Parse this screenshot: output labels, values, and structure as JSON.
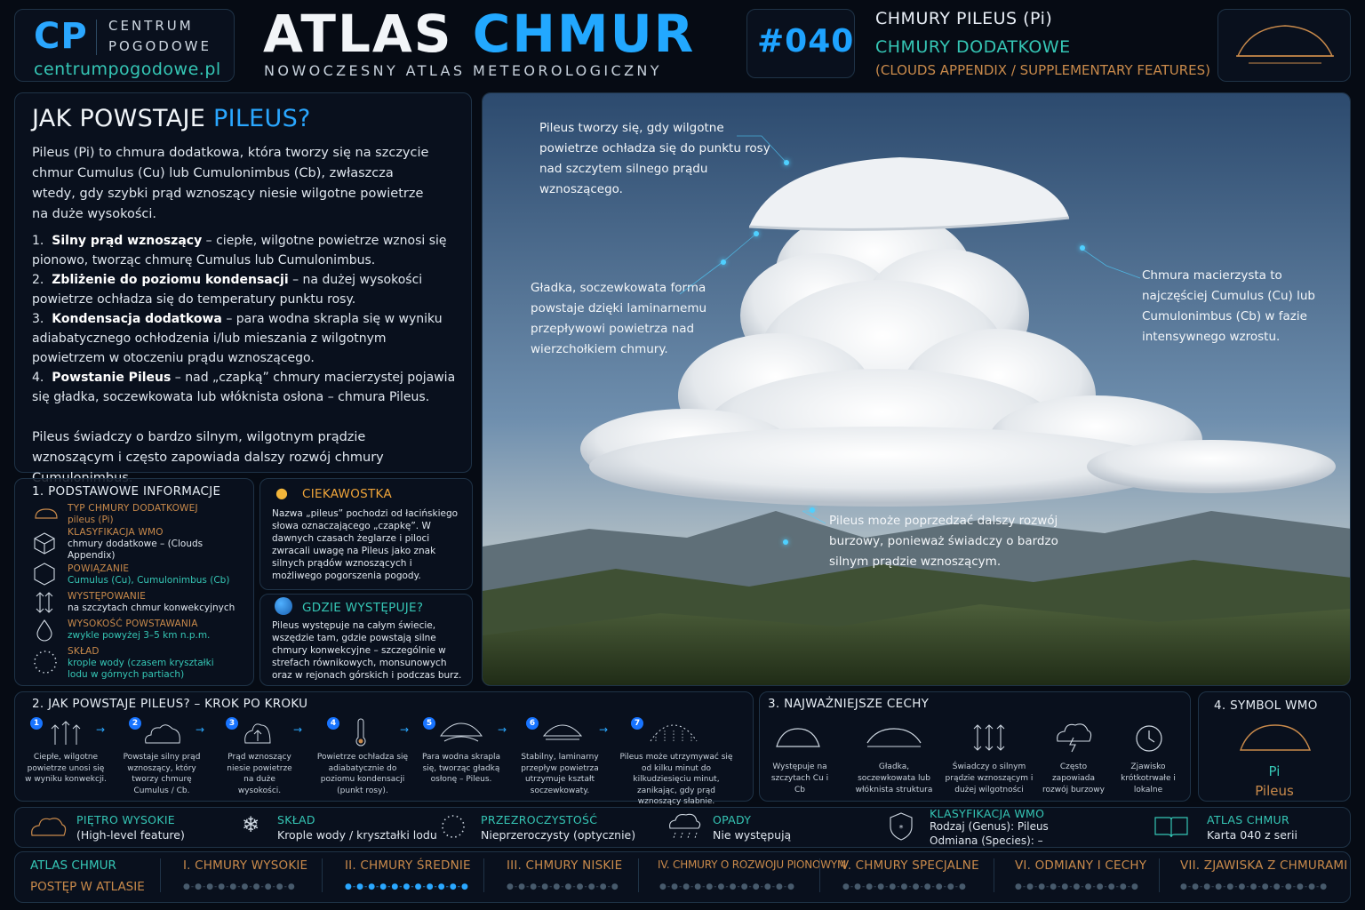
{
  "header": {
    "logo_cp": "CP",
    "logo_line1": "CENTRUM",
    "logo_line2": "POGODOWE",
    "logo_url": "centrumpogodowe.pl",
    "title_a": "ATLAS ",
    "title_b": "CHMUR",
    "subtitle": "NOWOCZESNY ATLAS METEOROLOGICZNY",
    "number": "#040",
    "cloud_name": "CHMURY PILEUS (Pi)",
    "cloud_category": "CHMURY DODATKOWE",
    "cloud_category_en": "(CLOUDS APPENDIX / SUPPLEMENTARY FEATURES)"
  },
  "main": {
    "heading_a": "JAK POWSTAJE ",
    "heading_b": "PILEUS?",
    "intro": "Pileus (Pi) to chmura dodatkowa, która tworzy się na szczycie chmur Cumulus (Cu) lub Cumulonimbus (Cb), zwłaszcza wtedy, gdy szybki prąd wznoszący niesie wilgotne powietrze na duże wysokości.",
    "steps": [
      {
        "n": "1.",
        "title": "Silny prąd wznoszący",
        "text": " – ciepłe, wilgotne powietrze wznosi się pionowo, tworząc chmurę Cumulus lub Cumulonimbus."
      },
      {
        "n": "2.",
        "title": "Zbliżenie do poziomu kondensacji",
        "text": " – na dużej wysokości powietrze ochładza się do temperatury punktu rosy."
      },
      {
        "n": "3.",
        "title": "Kondensacja dodatkowa",
        "text": " – para wodna skrapla się w wyniku adiabatycznego ochłodzenia i/lub mieszania z wilgotnym powietrzem w otoczeniu prądu wznoszącego."
      },
      {
        "n": "4.",
        "title": "Powstanie Pileus",
        "text": " – nad „czapką” chmury macierzystej pojawia się gładka, soczewkowata lub włóknista osłona – chmura Pileus."
      }
    ],
    "outro": "Pileus świadczy o bardzo silnym, wilgotnym prądzie wznoszącym i często zapowiada dalszy rozwój chmury Cumulonimbus."
  },
  "photo": {
    "cap1": "Pileus tworzy się, gdy wilgotne powietrze ochładza się do punktu rosy nad szczytem silnego prądu wznoszącego.",
    "cap2": "Gładka, soczewkowata forma powstaje dzięki laminarnemu przepływowi powietrza nad wierzchołkiem chmury.",
    "cap3": "Chmura macierzysta to najczęściej Cumulus (Cu) lub Cumulonimbus (Cb) w fazie intensywnego wzrostu.",
    "cap4": "Pileus może poprzedzać dalszy rozwój burzowy, ponieważ świadczy o bardzo silnym prądzie wznoszącym."
  },
  "info": {
    "heading": "1. PODSTAWOWE INFORMACJE",
    "items": [
      {
        "label": "TYP CHMURY DODATKOWEJ",
        "value": "pileus (Pi)",
        "icon": "cloud-icon"
      },
      {
        "label": "KLASYFIKACJA WMO",
        "value": "chmury dodatkowe – (Clouds Appendix)",
        "icon": "cube-icon"
      },
      {
        "label": "POWIĄZANIE",
        "value": "Cumulus (Cu), Cumulonimbus (Cb)",
        "icon": "hexagon-icon"
      },
      {
        "label": "WYSTĘPOWANIE",
        "value": "na szczytach chmur konwekcyjnych",
        "icon": "vertical-arrows-icon"
      },
      {
        "label": "WYSOKOŚĆ POWSTAWANIA",
        "value": "zwykle powyżej 3–5 km n.p.m.",
        "icon": "droplet-icon"
      },
      {
        "label": "SKŁAD",
        "value": "krople wody (czasem kryształki lodu w górnych partiach)",
        "icon": "dotted-circle-icon"
      }
    ]
  },
  "fact": {
    "heading": "CIEKAWOSTKA",
    "text": "Nazwa „pileus” pochodzi od łacińskiego słowa oznaczającego „czapkę”. W dawnych czasach żeglarze i piloci zwracali uwagę na Pileus jako znak silnych prądów wznoszących i możliwego pogorszenia pogody."
  },
  "where": {
    "heading": "GDZIE WYSTĘPUJE?",
    "text": "Pileus występuje na całym świecie, wszędzie tam, gdzie powstają silne chmury konwekcyjne – szczególnie w strefach równikowych, monsunowych oraz w rejonach górskich i podczas burz."
  },
  "steps_panel": {
    "heading": "2. JAK POWSTAJE PILEUS? – KROK PO KROKU",
    "steps": [
      {
        "n": "1",
        "text": "Ciepłe, wilgotne powietrze unosi się w wyniku konwekcji."
      },
      {
        "n": "2",
        "text": "Powstaje silny prąd wznoszący, który tworzy chmurę Cumulus / Cb."
      },
      {
        "n": "3",
        "text": "Prąd wznoszący niesie powietrze na duże wysokości."
      },
      {
        "n": "4",
        "text": "Powietrze ochładza się adiabatycznie do poziomu kondensacji (punkt rosy)."
      },
      {
        "n": "5",
        "text": "Para wodna skrapla się, tworząc gładką osłonę – Pileus."
      },
      {
        "n": "6",
        "text": "Stabilny, laminarny przepływ powietrza utrzymuje kształt soczewkowaty."
      },
      {
        "n": "7",
        "text": "Pileus może utrzymywać się od kilku minut do kilkudziesięciu minut, zanikając, gdy prąd wznoszący słabnie."
      }
    ]
  },
  "features": {
    "heading": "3. NAJWAŻNIEJSZE CECHY",
    "items": [
      {
        "text": "Występuje na szczytach Cu i Cb"
      },
      {
        "text": "Gładka, soczewkowata lub włóknista struktura"
      },
      {
        "text": "Świadczy o silnym prądzie wznoszącym i dużej wilgotności"
      },
      {
        "text": "Często zapowiada rozwój burzowy"
      },
      {
        "text": "Zjawisko krótkotrwałe i lokalne"
      }
    ]
  },
  "wmo": {
    "heading": "4. SYMBOL WMO",
    "code": "Pi",
    "name": "Pileus"
  },
  "bottom": {
    "items": [
      {
        "label": "PIĘTRO WYSOKIE",
        "value": "(High-level feature)"
      },
      {
        "label": "SKŁAD",
        "value": "Krople wody / kryształki lodu"
      },
      {
        "label": "PRZEZROCZYSTOŚĆ",
        "value": "Nieprzeroczysty (optycznie)"
      },
      {
        "label": "OPADY",
        "value": "Nie występują"
      },
      {
        "label": "KLASYFIKACJA WMO",
        "value": "Rodzaj (Genus): Pileus",
        "value2": "Odmiana (Species): –"
      },
      {
        "label": "ATLAS CHMUR",
        "value": "Karta 040 z serii"
      }
    ]
  },
  "progress": {
    "title1": "ATLAS CHMUR",
    "title2": "POSTĘP W ATLASIE",
    "sections": [
      {
        "label": "I. CHMURY WYSOKIE",
        "active": false
      },
      {
        "label": "II. CHMURY ŚREDNIE",
        "active": true
      },
      {
        "label": "III. CHMURY NISKIE",
        "active": false
      },
      {
        "label": "IV. CHMURY O ROZWOJU PIONOWYM",
        "active": false
      },
      {
        "label": "V. CHMURY SPECJALNE",
        "active": false
      },
      {
        "label": "VI. ODMIANY I CECHY",
        "active": false
      },
      {
        "label": "VII. ZJAWISKA Z CHMURAMI",
        "active": false
      }
    ]
  },
  "colors": {
    "accent": "#2aa7ff",
    "teal": "#35c6b5",
    "orange": "#c98a4b",
    "background": "#060b14"
  }
}
